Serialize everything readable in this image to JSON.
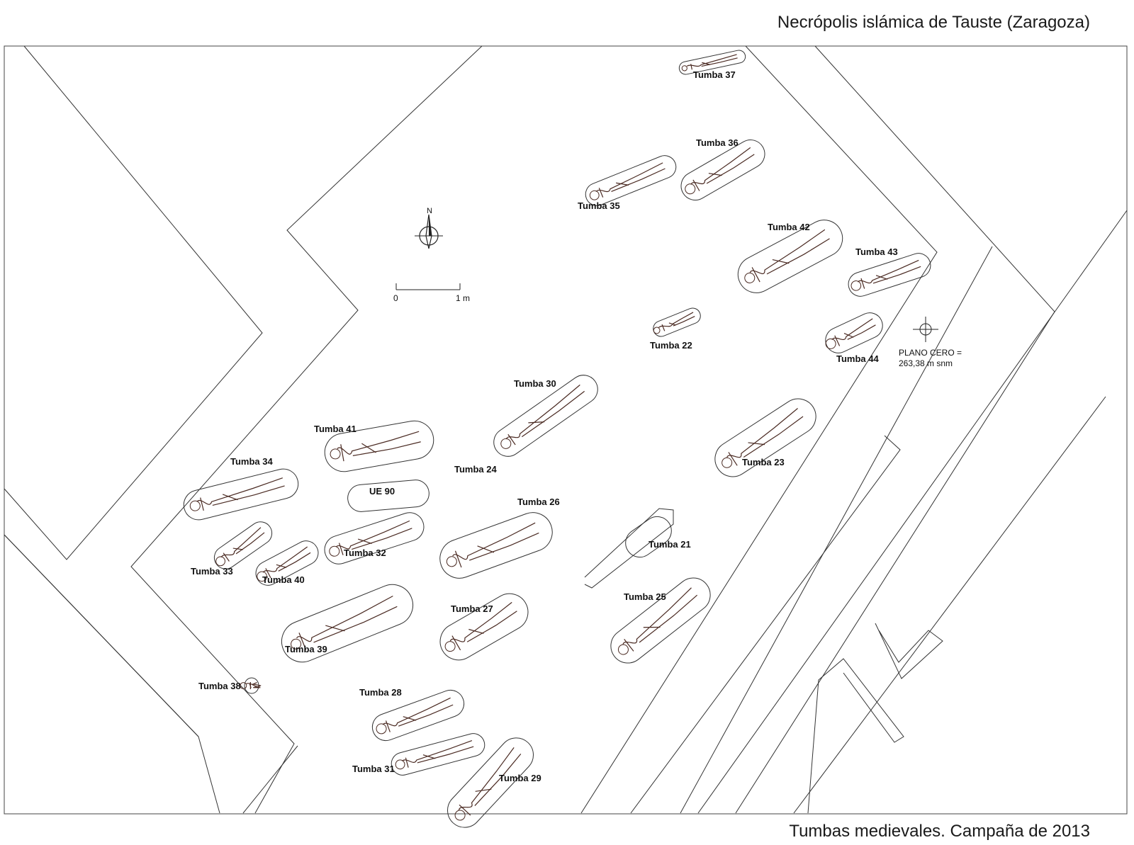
{
  "header": {
    "title": "Necrópolis islámica de Tauste (Zaragoza)"
  },
  "footer": {
    "subtitle": "Tumbas medievales. Campaña de 2013"
  },
  "compass": {
    "north_label": "N"
  },
  "scale_bar": {
    "start_label": "0",
    "end_label": "1 m"
  },
  "datum": {
    "line1": "PLANO CERO =",
    "line2": "263,38 m snm"
  },
  "colors": {
    "lines": "#333333",
    "skeleton": "#4a2a22",
    "labels": "#111111"
  },
  "tombs": [
    {
      "label": "Tumba 37"
    },
    {
      "label": "Tumba 36"
    },
    {
      "label": "Tumba 35"
    },
    {
      "label": "Tumba 42"
    },
    {
      "label": "Tumba 43"
    },
    {
      "label": "Tumba 22"
    },
    {
      "label": "Tumba 44"
    },
    {
      "label": "Tumba 30"
    },
    {
      "label": "Tumba 41"
    },
    {
      "label": "Tumba 24"
    },
    {
      "label": "Tumba 23"
    },
    {
      "label": "Tumba 34"
    },
    {
      "label": "UE 90"
    },
    {
      "label": "Tumba 26"
    },
    {
      "label": "Tumba 21"
    },
    {
      "label": "Tumba 33"
    },
    {
      "label": "Tumba 32"
    },
    {
      "label": "Tumba 40"
    },
    {
      "label": "Tumba 25"
    },
    {
      "label": "Tumba 27"
    },
    {
      "label": "Tumba 39"
    },
    {
      "label": "Tumba 38"
    },
    {
      "label": "Tumba 28"
    },
    {
      "label": "Tumba 31"
    },
    {
      "label": "Tumba 29"
    }
  ]
}
